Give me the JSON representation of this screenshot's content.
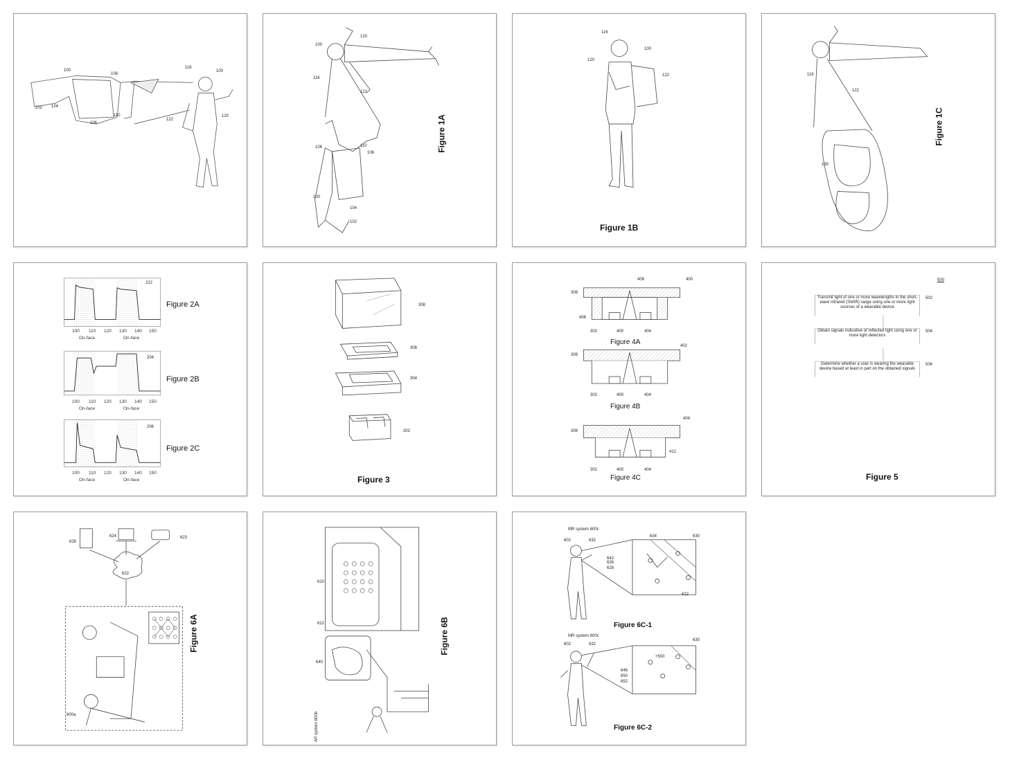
{
  "figures": {
    "fig1_overview": {
      "labels": [
        "100",
        "108",
        "102",
        "104",
        "106",
        "110",
        "116",
        "100",
        "122",
        "120"
      ]
    },
    "fig1a": {
      "caption": "Figure 1A",
      "labels": [
        "100",
        "116",
        "120",
        "122",
        "108",
        "110",
        "106",
        "100",
        "104",
        "102"
      ]
    },
    "fig1b": {
      "caption": "Figure 1B",
      "labels": [
        "116",
        "100",
        "120",
        "122"
      ]
    },
    "fig1c": {
      "caption": "Figure 1C",
      "labels": [
        "116",
        "122",
        "130"
      ]
    },
    "fig2": {
      "captions": [
        "Figure 2A",
        "Figure 2B",
        "Figure 2C"
      ],
      "refs": [
        "222",
        "204",
        "206"
      ],
      "xticks": [
        "100",
        "110",
        "120",
        "130",
        "140",
        "150"
      ],
      "region_label": "On-face"
    },
    "fig3": {
      "caption": "Figure 3",
      "labels": [
        "308",
        "306",
        "304",
        "302"
      ]
    },
    "fig4": {
      "captions": [
        "Figure 4A",
        "Figure 4B",
        "Figure 4C"
      ],
      "refs_a": [
        "406",
        "400",
        "308",
        "406",
        "302",
        "400",
        "404"
      ],
      "refs_b": [
        "402",
        "308",
        "302",
        "400",
        "404"
      ],
      "refs_c": [
        "404",
        "308",
        "412",
        "302",
        "400",
        "404"
      ]
    },
    "fig5": {
      "caption": "Figure 5",
      "ref": "500",
      "steps": [
        {
          "ref": "502",
          "text": "Transmit light of one or more wavelengths in the short-wave infrared (SWIR) range using one or more light sources of a wearable device"
        },
        {
          "ref": "504",
          "text": "Obtain signals indicative of reflected light using one or more light detectors"
        },
        {
          "ref": "506",
          "text": "Determine whether a user is wearing the wearable device based at least in part on the obtained signals"
        }
      ]
    },
    "fig6a": {
      "caption": "Figure 6A",
      "labels": [
        "626",
        "624",
        "623",
        "622",
        "600a"
      ]
    },
    "fig6b": {
      "caption": "Figure 6B",
      "labels": [
        "AR system 600b",
        "640",
        "612",
        "610"
      ]
    },
    "fig6c": {
      "captions": [
        "Figure 6C-1",
        "Figure 6C-2"
      ],
      "system1": "MR system 600c",
      "system2": "MR system 600c",
      "refs1": [
        "602",
        "632",
        "642",
        "626",
        "628",
        "630",
        "634",
        "622"
      ],
      "refs2": [
        "602",
        "632",
        "630",
        "646",
        "650",
        "652",
        "+500"
      ]
    }
  },
  "colors": {
    "border": "#9a9a9a",
    "line": "#333333",
    "hatch": "#d0d0d0"
  }
}
